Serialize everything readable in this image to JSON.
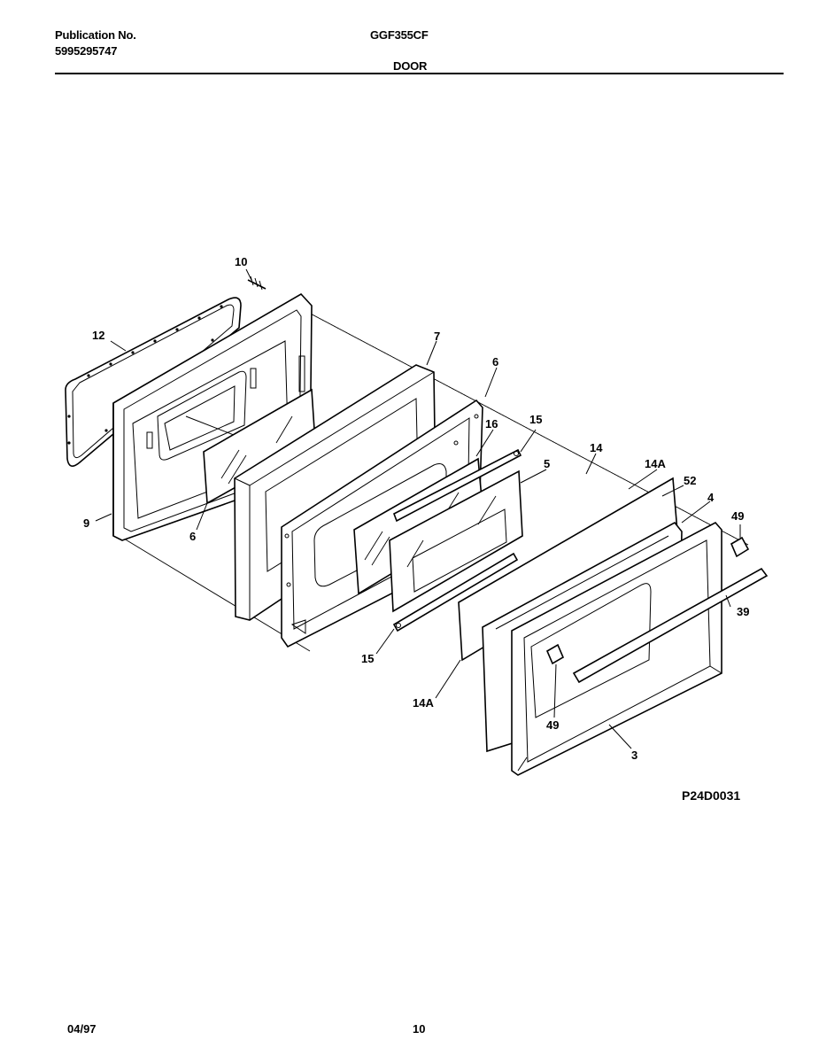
{
  "header": {
    "publication_label": "Publication No.",
    "publication_number": "5995295747",
    "model": "GGF355CF",
    "section": "DOOR"
  },
  "footer": {
    "date": "04/97",
    "page": "10"
  },
  "figure_code": "P24D0031",
  "callouts": {
    "c10": "10",
    "c12": "12",
    "c7": "7",
    "c6a": "6",
    "c16": "16",
    "c15a": "15",
    "c5": "5",
    "c14": "14",
    "c14a_top": "14A",
    "c52": "52",
    "c4": "4",
    "c49a": "49",
    "c9": "9",
    "c6b": "6",
    "c39": "39",
    "c15b": "15",
    "c14a_bottom": "14A",
    "c49b": "49",
    "c3": "3"
  }
}
